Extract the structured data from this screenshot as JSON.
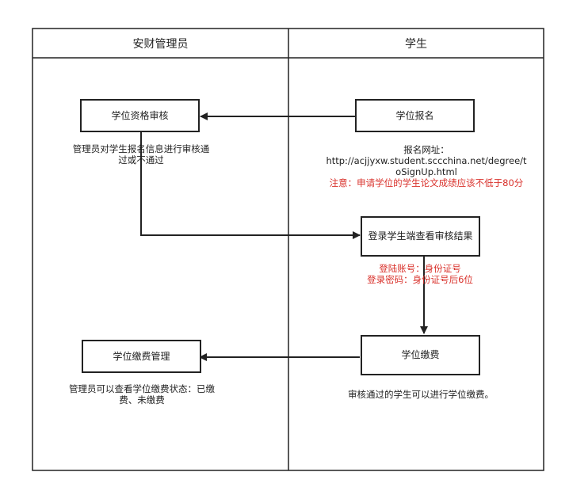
{
  "lanes": {
    "left_title": "安财管理员",
    "right_title": "学生"
  },
  "nodes": {
    "qualification_review": "学位资格审核",
    "degree_registration": "学位报名",
    "login_check_result": "登录学生端查看审核结果",
    "degree_payment": "学位缴费",
    "payment_management": "学位缴费管理"
  },
  "notes": {
    "review_note": "管理员对学生报名信息进行审核通过或不通过",
    "registration_url_label": "报名网址：",
    "registration_url": "http://acjjyxw.student.sccchina.net/degree/toSignUp.html",
    "registration_warning": "注意：申请学位的学生论文成绩应该不低于80分",
    "login_account": "登陆账号：身份证号",
    "login_password": "登录密码：身份证号后6位",
    "payment_note": "审核通过的学生可以进行学位缴费。",
    "management_note": "管理员可以查看学位缴费状态：已缴费、未缴费"
  },
  "colors": {
    "line": "#222222",
    "warning_text": "#d9312b"
  }
}
